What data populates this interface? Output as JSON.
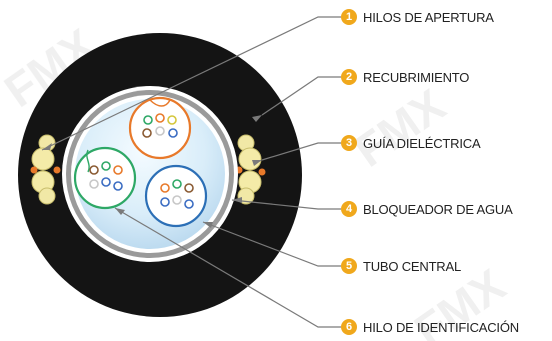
{
  "legend": [
    {
      "number": "1",
      "label": "HILOS DE APERTURA"
    },
    {
      "number": "2",
      "label": "RECUBRIMIENTO"
    },
    {
      "number": "3",
      "label": "GUÍA DIELÉCTRICA"
    },
    {
      "number": "4",
      "label": "BLOQUEADOR DE AGUA"
    },
    {
      "number": "5",
      "label": "TUBO CENTRAL"
    },
    {
      "number": "6",
      "label": "HILO DE IDENTIFICACIÓN"
    }
  ],
  "watermark": {
    "text": "FMX"
  },
  "colors": {
    "badge": "#f0a81c",
    "jacket": "#141414",
    "tube_border": "#9a9a9a",
    "tube_fill": "#d7ecf8",
    "subtube_orange": "#e8792a",
    "subtube_green": "#2ea866",
    "subtube_blue": "#2c6fb6",
    "strength_member": "#f1e8a6",
    "leader_line": "#7a7a7a"
  },
  "icons": {
    "badge_shape": "circle-number"
  }
}
